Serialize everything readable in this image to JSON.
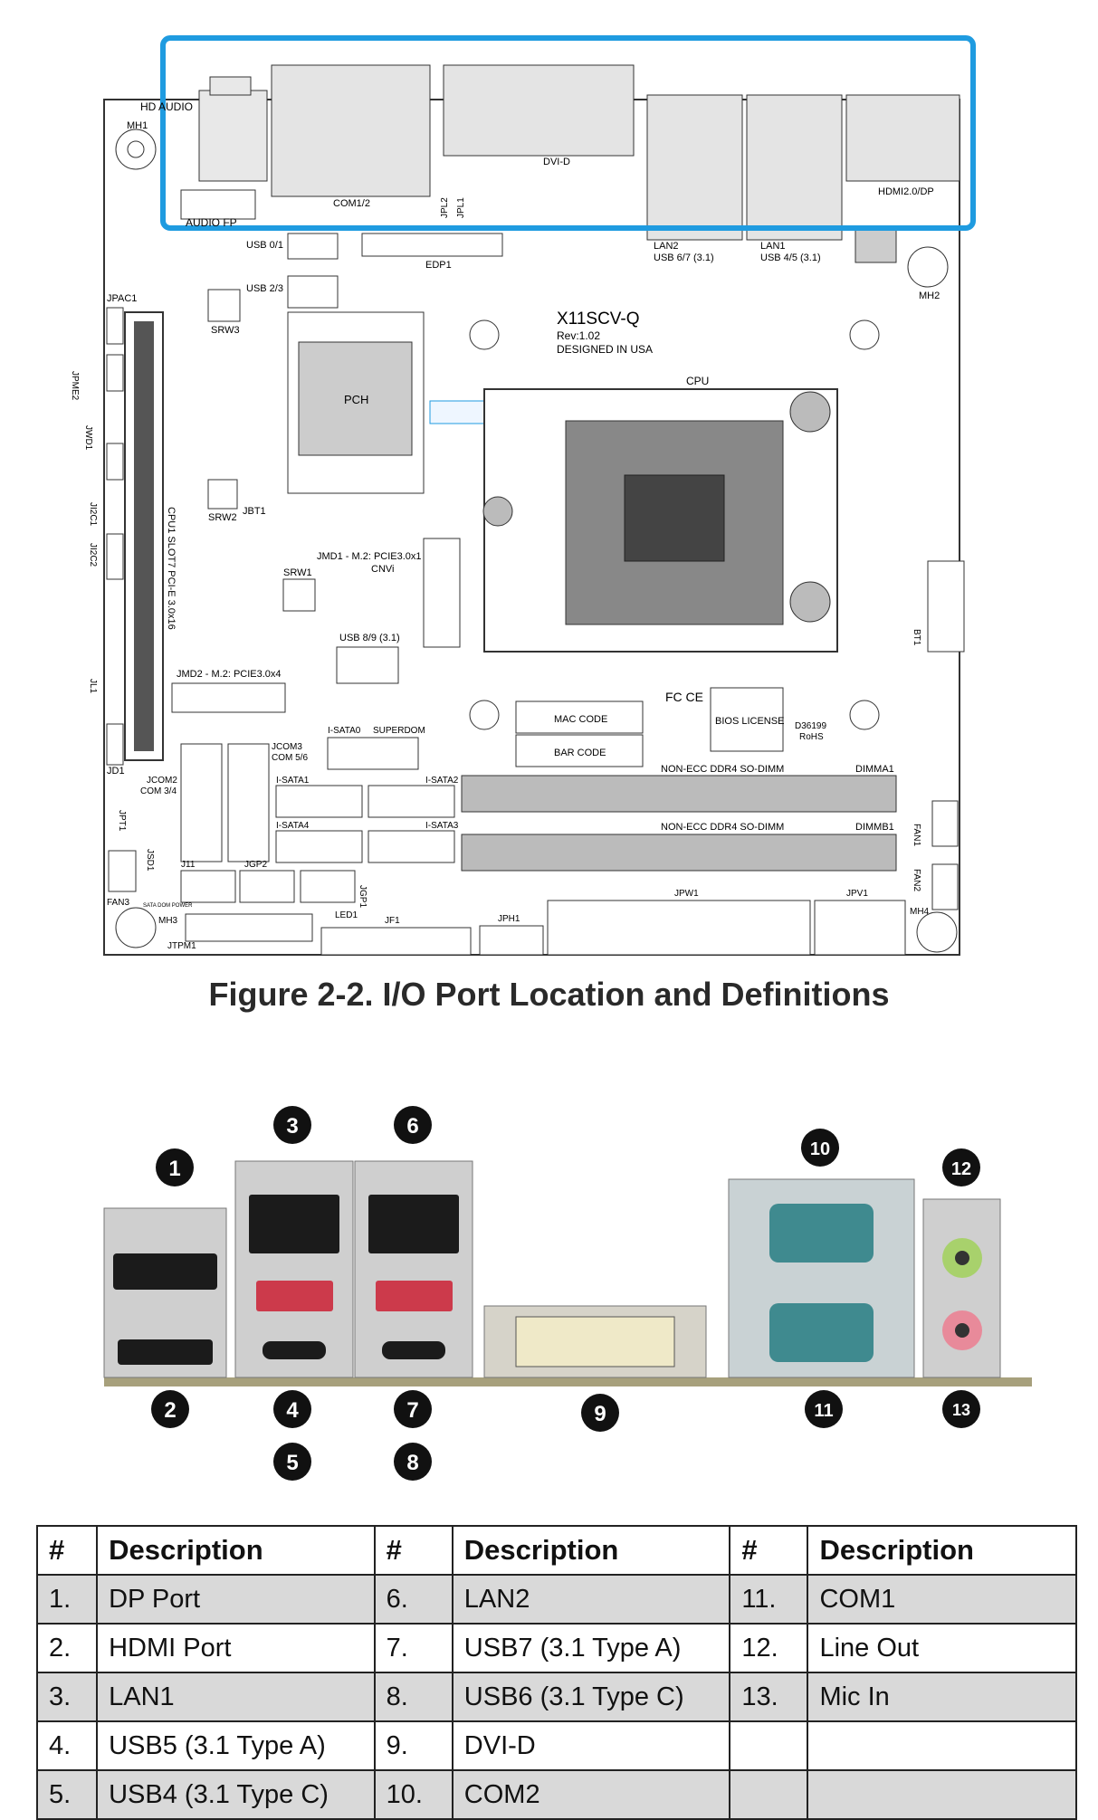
{
  "board": {
    "model": "X11SCV-Q",
    "rev": "Rev:1.02",
    "designed": "DESIGNED IN USA",
    "labels": {
      "hd_audio": "HD AUDIO",
      "mh1": "MH1",
      "mh2": "MH2",
      "mh3": "MH3",
      "mh4": "MH4",
      "audio_fp": "AUDIO FP",
      "com12": "COM1/2",
      "jpl2": "JPL2",
      "jpl1": "JPL1",
      "dvid": "DVI-D",
      "lan2": "LAN2",
      "usb67": "USB 6/7 (3.1)",
      "lan1": "LAN1",
      "usb45": "USB 4/5 (3.1)",
      "hdmidp": "HDMI2.0/DP",
      "usb01": "USB 0/1",
      "usb23": "USB 2/3",
      "edp1": "EDP1",
      "jpac1": "JPAC1",
      "srw3": "SRW3",
      "jpme2": "JPME2",
      "pch": "PCH",
      "cpu": "CPU",
      "jwd1": "JWD1",
      "ji2c1": "JI2C1",
      "ji2c2": "JI2C2",
      "srw2": "SRW2",
      "jbt1": "JBT1",
      "cpu_slot": "CPU1 SLOT7 PCI-E 3.0x16",
      "jmd1": "JMD1 - M.2: PCIE3.0x1",
      "cnvi": "CNVi",
      "srw1": "SRW1",
      "usb89": "USB 8/9 (3.1)",
      "bt1": "BT1",
      "jmd2": "JMD2 - M.2: PCIE3.0x4",
      "jl1": "JL1",
      "jd1": "JD1",
      "isata0": "I-SATA0",
      "superdom": "SUPERDOM",
      "mac_code": "MAC CODE",
      "bar_code": "BAR CODE",
      "bios_license": "BIOS LICENSE",
      "fcc": "FC CE",
      "rohs_num": "D36199",
      "rohs": "RoHS",
      "jcom3": "JCOM3",
      "com56": "COM 5/6",
      "jcom2": "JCOM2",
      "com34": "COM 3/4",
      "isata1": "I-SATA1",
      "isata2": "I-SATA2",
      "isata4": "I-SATA4",
      "isata3": "I-SATA3",
      "dimm_label": "NON-ECC DDR4 SO-DIMM",
      "dimma1": "DIMMA1",
      "dimmb1": "DIMMB1",
      "jpt1": "JPT1",
      "jsd1": "JSD1",
      "fan1": "FAN1",
      "fan2": "FAN2",
      "fan3": "FAN3",
      "sata_dom_power": "SATA DOM POWER",
      "j11": "J11",
      "jgp2": "JGP2",
      "jgp1": "JGP1",
      "led1": "LED1",
      "jpw1": "JPW1",
      "jpv1": "JPV1",
      "jf1": "JF1",
      "jph1": "JPH1",
      "jtpm1": "JTPM1"
    }
  },
  "figure_caption": "Figure 2-2. I/O Port Location and Definitions",
  "callouts": [
    "1",
    "2",
    "3",
    "4",
    "5",
    "6",
    "7",
    "8",
    "9",
    "10",
    "11",
    "12",
    "13"
  ],
  "table": {
    "headers": [
      "#",
      "Description",
      "#",
      "Description",
      "#",
      "Description"
    ],
    "rows": [
      [
        "1.",
        "DP Port",
        "6.",
        "LAN2",
        "11.",
        "COM1"
      ],
      [
        "2.",
        "HDMI Port",
        "7.",
        "USB7 (3.1 Type A)",
        "12.",
        "Line Out"
      ],
      [
        "3.",
        "LAN1",
        "8.",
        "USB6 (3.1 Type C)",
        "13.",
        "Mic In"
      ],
      [
        "4.",
        "USB5 (3.1 Type A)",
        "9.",
        "DVI-D",
        "",
        ""
      ],
      [
        "5.",
        "USB4 (3.1 Type C)",
        "10.",
        "COM2",
        "",
        ""
      ]
    ]
  },
  "colors": {
    "highlight": "#1f9be0",
    "row_shade": "#d9d9d9",
    "com_teal": "#3f8a8f",
    "usb_red": "#cc3a4b",
    "line_out": "#a8d16c",
    "mic_in": "#e88a9a"
  }
}
